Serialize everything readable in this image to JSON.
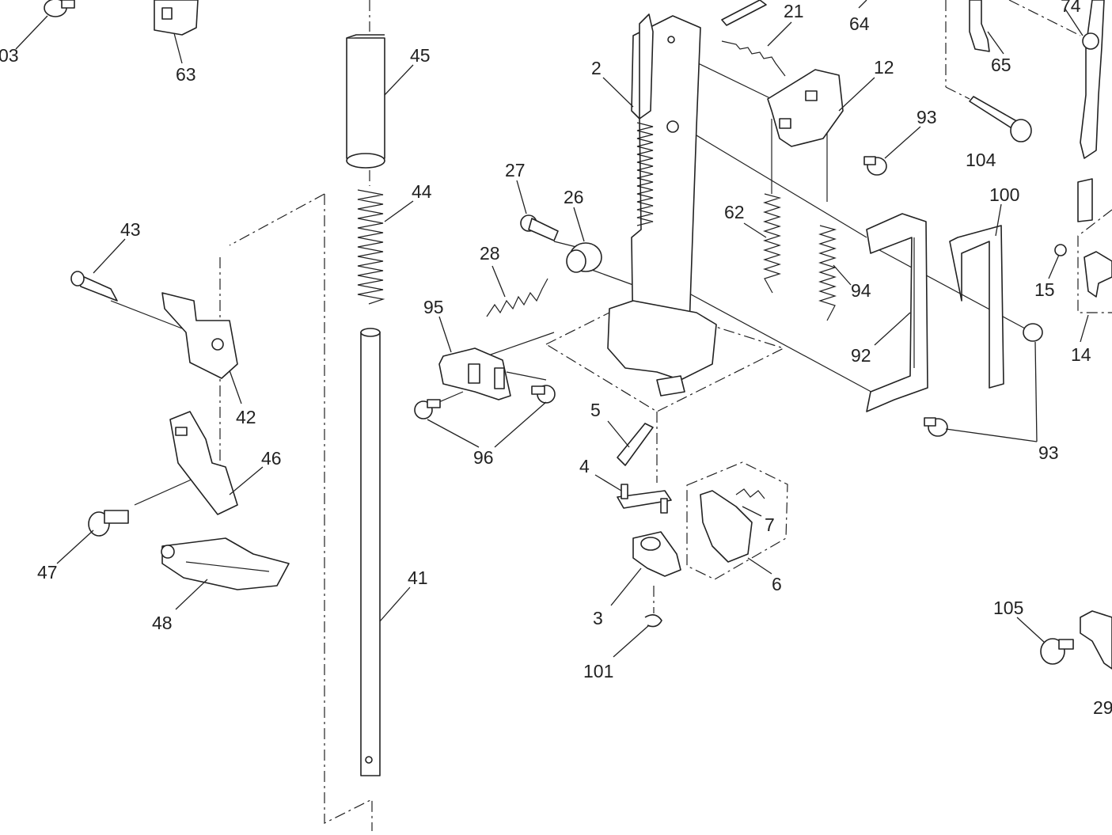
{
  "callouts": {
    "c103": "03",
    "c63": "63",
    "c45": "45",
    "c44": "44",
    "c43": "43",
    "c42": "42",
    "c46": "46",
    "c47": "47",
    "c48": "48",
    "c41": "41",
    "c21": "21",
    "c64": "64",
    "c74": "74",
    "c65": "65",
    "c2": "2",
    "c12": "12",
    "c93a": "93",
    "c104": "104",
    "c27": "27",
    "c26": "26",
    "c28": "28",
    "c95": "95",
    "c96": "96",
    "c62": "62",
    "c94": "94",
    "c100": "100",
    "c15": "15",
    "c14": "14",
    "c92": "92",
    "c93b": "93",
    "c5": "5",
    "c4": "4",
    "c7": "7",
    "c6": "6",
    "c3": "3",
    "c101": "101",
    "c105": "105",
    "c29": "29"
  }
}
